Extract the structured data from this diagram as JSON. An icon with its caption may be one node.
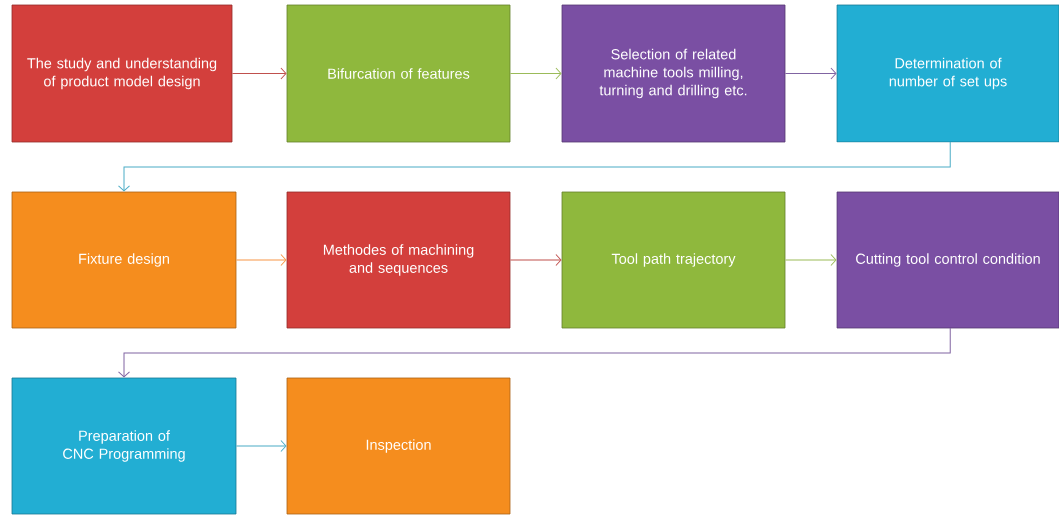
{
  "diagram": {
    "nodes": [
      {
        "text": [
          "The study and understanding of product model design"
        ]
      },
      {
        "text": [
          "Bifurcation of features"
        ]
      },
      {
        "text": [
          "Selection of related machine tools milling, turning and drilling etc."
        ]
      },
      {
        "text": [
          "Determination of number of set ups"
        ]
      },
      {
        "text": [
          "Fixture design"
        ]
      },
      {
        "text": [
          "Methodes of machining and sequences"
        ]
      },
      {
        "text": [
          "Tool path trajectory"
        ]
      },
      {
        "text": [
          "Cutting tool control condition"
        ]
      },
      {
        "text": [
          "Preparation of CNC Programming"
        ]
      },
      {
        "text": [
          "Inspection"
        ]
      }
    ],
    "edges": [
      {
        "from": 0,
        "to": 1,
        "arrow": "to",
        "color": "#c0504d"
      },
      {
        "from": 1,
        "to": 2,
        "arrow": "to",
        "color": "#9bbb59"
      },
      {
        "from": 2,
        "to": 3,
        "arrow": "to",
        "color": "#8064a2"
      },
      {
        "from": 3,
        "to": 4,
        "arrow": "to",
        "color": "#4bacc6"
      },
      {
        "from": 4,
        "to": 5,
        "arrow": "to",
        "color": "#f79646"
      },
      {
        "from": 5,
        "to": 6,
        "arrow": "to",
        "color": "#c0504d"
      },
      {
        "from": 6,
        "to": 7,
        "arrow": "to",
        "color": "#9bbb59"
      },
      {
        "from": 7,
        "to": 8,
        "arrow": "to",
        "color": "#8064a2"
      },
      {
        "from": 8,
        "to": 9,
        "arrow": "to",
        "color": "#4bacc6"
      }
    ]
  }
}
